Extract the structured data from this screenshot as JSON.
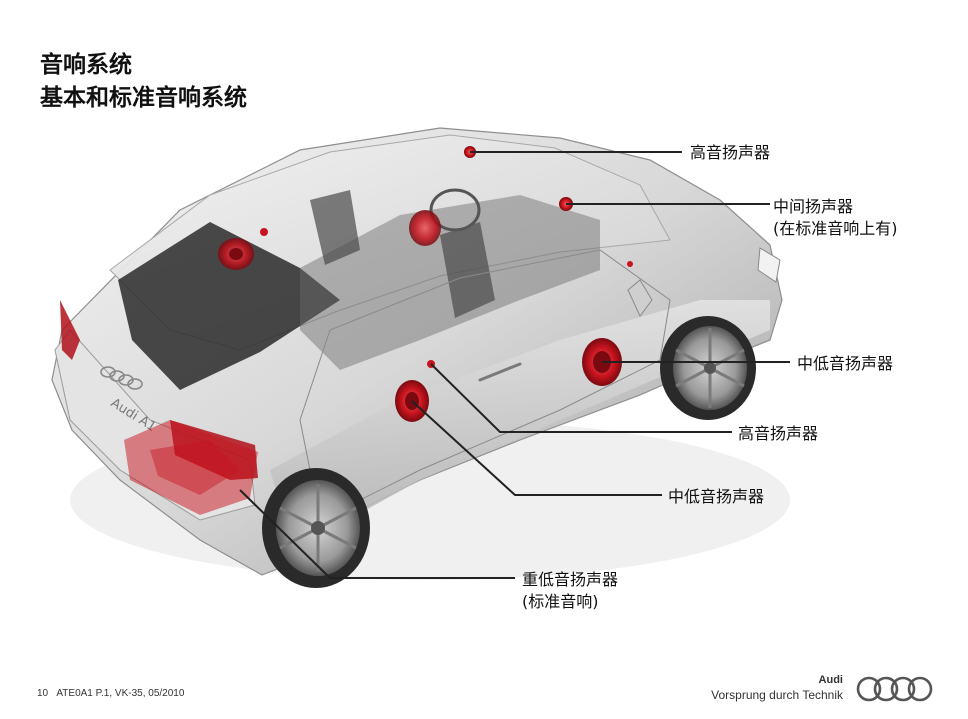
{
  "title": {
    "line1": "音响系统",
    "line2": "基本和标准音响系统"
  },
  "callouts": {
    "tweeter_top": "高音扬声器",
    "midrange_line1": "中间扬声器",
    "midrange_line2": "(在标准音响上有)",
    "woofer_front": "中低音扬声器",
    "tweeter_door": "高音扬声器",
    "woofer_door": "中低音扬声器",
    "subwoofer_line1": "重低音扬声器",
    "subwoofer_line2": "(标准音响)"
  },
  "car_badge": "Audi A1",
  "footer": {
    "page_number": "10",
    "reference": "ATE0A1 P.1, VK-35, 05/2010",
    "brand": "Audi",
    "slogan": "Vorsprung durch Technik"
  },
  "colors": {
    "speaker_red": "#c8141e",
    "leader_line": "#222222",
    "car_body": "#dcdcdc"
  },
  "icons": {
    "logo": "four-rings-logo"
  }
}
